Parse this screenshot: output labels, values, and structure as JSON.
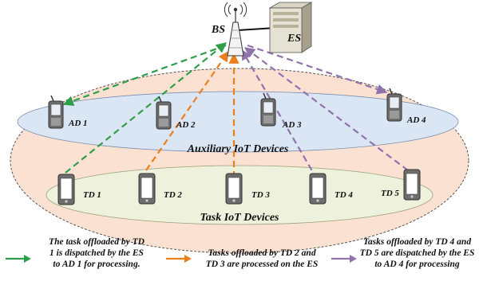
{
  "colors": {
    "outer_fill": "#fbe1d2",
    "auxiliary_fill": "#dbe6f4",
    "task_fill": "#eef1dc",
    "green": "#2e9e4a",
    "orange": "#ea7f1d",
    "purple": "#8e73ad",
    "device_body": "#6d6d6d"
  },
  "nodes": {
    "bs": "BS",
    "es": "ES"
  },
  "regions": {
    "auxiliary": "Auxiliary IoT Devices",
    "task": "Task IoT Devices"
  },
  "auxiliary_devices": [
    {
      "label": "AD 1"
    },
    {
      "label": "AD 2"
    },
    {
      "label": "AD 3"
    },
    {
      "label": "AD 4"
    }
  ],
  "task_devices": [
    {
      "label": "TD 1"
    },
    {
      "label": "TD 2"
    },
    {
      "label": "TD 3"
    },
    {
      "label": "TD 4"
    },
    {
      "label": "TD 5"
    }
  ],
  "legend": {
    "green": [
      "The task offloaded by TD",
      "1 is dispatched by the ES",
      "to AD 1 for processing."
    ],
    "orange": [
      "Tasks offloaded by TD 2 and",
      "TD 3 are processed on the ES"
    ],
    "purple": [
      "Tasks offloaded by TD 4 and",
      "TD 5 are dispatched by the ES",
      "to AD 4 for processing"
    ]
  }
}
